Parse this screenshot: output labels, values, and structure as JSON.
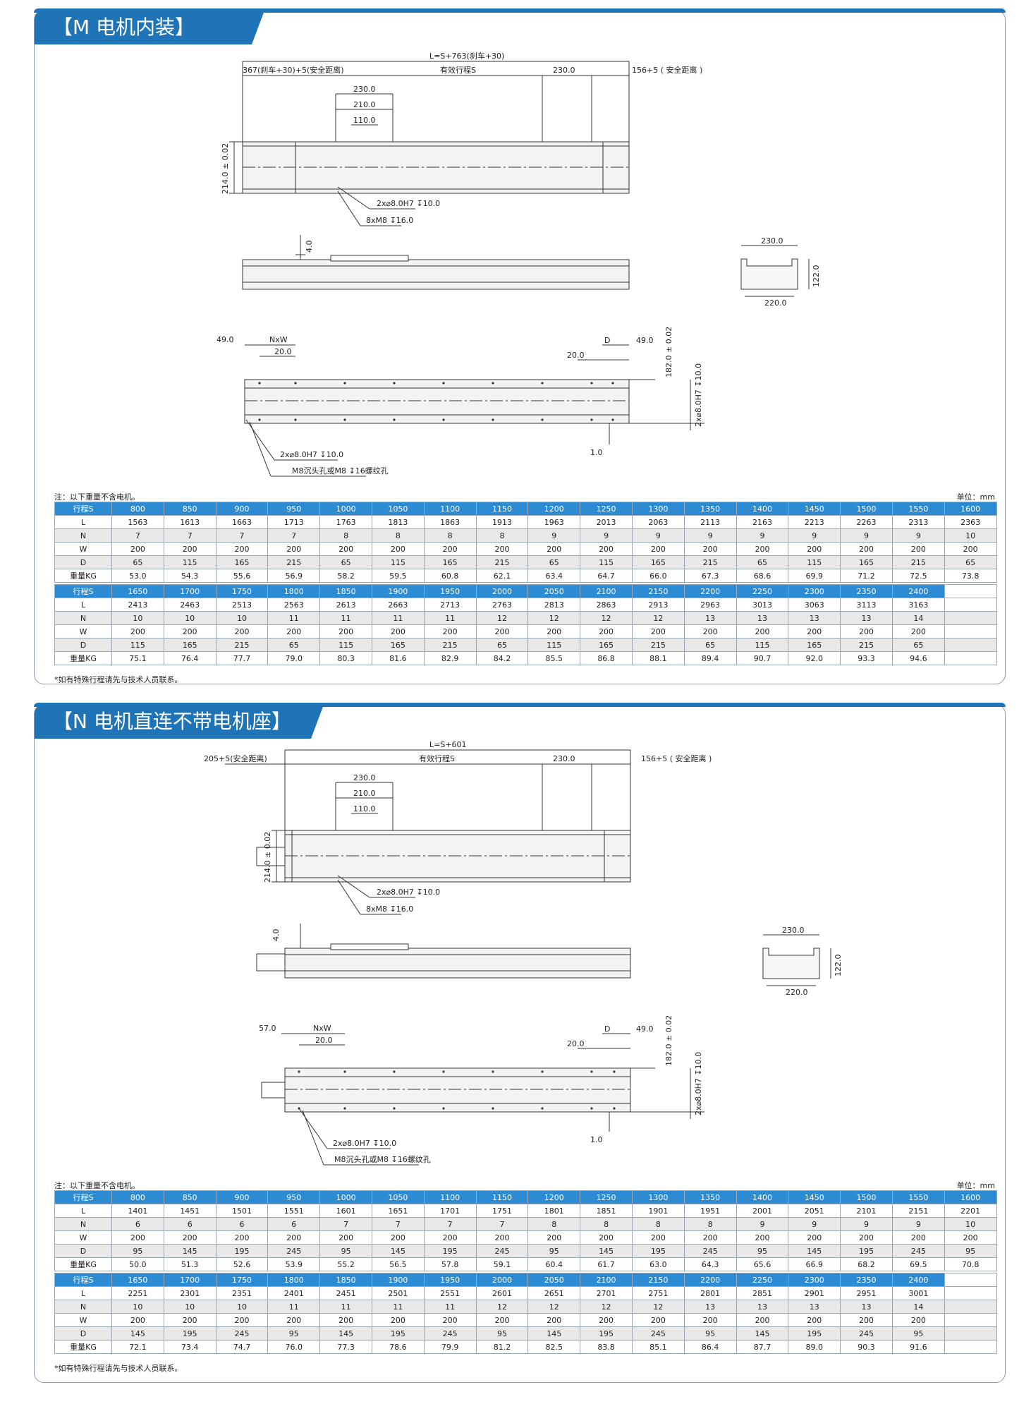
{
  "sections": [
    {
      "title": "【M 电机内装】",
      "dims": {
        "total": "L=S+763(刹车+30)",
        "left_safe": "367(刹车+30)+5(安全距离)",
        "stroke": "有效行程S",
        "slider": "230.0",
        "right_safe": "156+5 ( 安全距离 )",
        "d230": "230.0",
        "d210": "210.0",
        "d110": "110.0",
        "height": "214.0 ± 0.02",
        "pin": "2x⌀8.0H7 ↧10.0",
        "screw": "8xM8 ↧16.0",
        "d4": "4.0",
        "cs_w": "230.0",
        "cs_h": "122.0",
        "cs_b": "220.0",
        "b49l": "49.0",
        "bnxw": "NxW",
        "b20l": "20.0",
        "bD": "D",
        "b49r": "49.0",
        "b20r": "20.0",
        "b182": "182.0 ± 0.02",
        "bpinv": "2x⌀8.0H7 ↧10.0",
        "b1": "1.0",
        "bpin": "2x⌀8.0H7 ↧10.0",
        "bm8": "M8沉头孔或M8 ↧16螺纹孔"
      },
      "note": "注：以下重量不含电机。",
      "unit": "单位：mm",
      "foot": "*如有特殊行程请先与技术人员联系。",
      "tables": [
        {
          "rows": [
            {
              "label": "行程S",
              "values": [
                "800",
                "850",
                "900",
                "950",
                "1000",
                "1050",
                "1100",
                "1150",
                "1200",
                "1250",
                "1300",
                "1350",
                "1400",
                "1450",
                "1500",
                "1550",
                "1600"
              ]
            },
            {
              "label": "L",
              "values": [
                "1563",
                "1613",
                "1663",
                "1713",
                "1763",
                "1813",
                "1863",
                "1913",
                "1963",
                "2013",
                "2063",
                "2113",
                "2163",
                "2213",
                "2263",
                "2313",
                "2363"
              ]
            },
            {
              "label": "N",
              "values": [
                "7",
                "7",
                "7",
                "7",
                "8",
                "8",
                "8",
                "8",
                "9",
                "9",
                "9",
                "9",
                "9",
                "9",
                "9",
                "9",
                "10"
              ]
            },
            {
              "label": "W",
              "values": [
                "200",
                "200",
                "200",
                "200",
                "200",
                "200",
                "200",
                "200",
                "200",
                "200",
                "200",
                "200",
                "200",
                "200",
                "200",
                "200",
                "200"
              ]
            },
            {
              "label": "D",
              "values": [
                "65",
                "115",
                "165",
                "215",
                "65",
                "115",
                "165",
                "215",
                "65",
                "115",
                "165",
                "215",
                "65",
                "115",
                "165",
                "215",
                "65"
              ]
            },
            {
              "label": "重量KG",
              "values": [
                "53.0",
                "54.3",
                "55.6",
                "56.9",
                "58.2",
                "59.5",
                "60.8",
                "62.1",
                "63.4",
                "64.7",
                "66.0",
                "67.3",
                "68.6",
                "69.9",
                "71.2",
                "72.5",
                "73.8"
              ]
            }
          ]
        },
        {
          "rows": [
            {
              "label": "行程S",
              "values": [
                "1650",
                "1700",
                "1750",
                "1800",
                "1850",
                "1900",
                "1950",
                "2000",
                "2050",
                "2100",
                "2150",
                "2200",
                "2250",
                "2300",
                "2350",
                "2400",
                ""
              ]
            },
            {
              "label": "L",
              "values": [
                "2413",
                "2463",
                "2513",
                "2563",
                "2613",
                "2663",
                "2713",
                "2763",
                "2813",
                "2863",
                "2913",
                "2963",
                "3013",
                "3063",
                "3113",
                "3163",
                ""
              ]
            },
            {
              "label": "N",
              "values": [
                "10",
                "10",
                "10",
                "11",
                "11",
                "11",
                "11",
                "12",
                "12",
                "12",
                "12",
                "13",
                "13",
                "13",
                "13",
                "14",
                ""
              ]
            },
            {
              "label": "W",
              "values": [
                "200",
                "200",
                "200",
                "200",
                "200",
                "200",
                "200",
                "200",
                "200",
                "200",
                "200",
                "200",
                "200",
                "200",
                "200",
                "200",
                ""
              ]
            },
            {
              "label": "D",
              "values": [
                "115",
                "165",
                "215",
                "65",
                "115",
                "165",
                "215",
                "65",
                "115",
                "165",
                "215",
                "65",
                "115",
                "165",
                "215",
                "65",
                ""
              ]
            },
            {
              "label": "重量KG",
              "values": [
                "75.1",
                "76.4",
                "77.7",
                "79.0",
                "80.3",
                "81.6",
                "82.9",
                "84.2",
                "85.5",
                "86.8",
                "88.1",
                "89.4",
                "90.7",
                "92.0",
                "93.3",
                "94.6",
                ""
              ]
            }
          ]
        }
      ]
    },
    {
      "title": "【N 电机直连不带电机座】",
      "dims": {
        "total": "L=S+601",
        "left_safe": "205+5(安全距离)",
        "stroke": "有效行程S",
        "slider": "230.0",
        "right_safe": "156+5 ( 安全距离 )",
        "d230": "230.0",
        "d210": "210.0",
        "d110": "110.0",
        "height": "214.0 ± 0.02",
        "pin": "2x⌀8.0H7 ↧10.0",
        "screw": "8xM8 ↧16.0",
        "d4": "4.0",
        "cs_w": "230.0",
        "cs_h": "122.0",
        "cs_b": "220.0",
        "b49l": "57.0",
        "bnxw": "NxW",
        "b20l": "20.0",
        "bD": "D",
        "b49r": "49.0",
        "b20r": "20.0",
        "b182": "182.0 ± 0.02",
        "bpinv": "2x⌀8.0H7 ↧10.0",
        "b1": "1.0",
        "bpin": "2x⌀8.0H7 ↧10.0",
        "bm8": "M8沉头孔或M8 ↧16螺纹孔"
      },
      "note": "注：以下重量不含电机。",
      "unit": "单位：mm",
      "foot": "*如有特殊行程请先与技术人员联系。",
      "tables": [
        {
          "rows": [
            {
              "label": "行程S",
              "values": [
                "800",
                "850",
                "900",
                "950",
                "1000",
                "1050",
                "1100",
                "1150",
                "1200",
                "1250",
                "1300",
                "1350",
                "1400",
                "1450",
                "1500",
                "1550",
                "1600"
              ]
            },
            {
              "label": "L",
              "values": [
                "1401",
                "1451",
                "1501",
                "1551",
                "1601",
                "1651",
                "1701",
                "1751",
                "1801",
                "1851",
                "1901",
                "1951",
                "2001",
                "2051",
                "2101",
                "2151",
                "2201"
              ]
            },
            {
              "label": "N",
              "values": [
                "6",
                "6",
                "6",
                "6",
                "7",
                "7",
                "7",
                "7",
                "8",
                "8",
                "8",
                "8",
                "9",
                "9",
                "9",
                "9",
                "10"
              ]
            },
            {
              "label": "W",
              "values": [
                "200",
                "200",
                "200",
                "200",
                "200",
                "200",
                "200",
                "200",
                "200",
                "200",
                "200",
                "200",
                "200",
                "200",
                "200",
                "200",
                "200"
              ]
            },
            {
              "label": "D",
              "values": [
                "95",
                "145",
                "195",
                "245",
                "95",
                "145",
                "195",
                "245",
                "95",
                "145",
                "195",
                "245",
                "95",
                "145",
                "195",
                "245",
                "95"
              ]
            },
            {
              "label": "重量KG",
              "values": [
                "50.0",
                "51.3",
                "52.6",
                "53.9",
                "55.2",
                "56.5",
                "57.8",
                "59.1",
                "60.4",
                "61.7",
                "63.0",
                "64.3",
                "65.6",
                "66.9",
                "68.2",
                "69.5",
                "70.8"
              ]
            }
          ]
        },
        {
          "rows": [
            {
              "label": "行程S",
              "values": [
                "1650",
                "1700",
                "1750",
                "1800",
                "1850",
                "1900",
                "1950",
                "2000",
                "2050",
                "2100",
                "2150",
                "2200",
                "2250",
                "2300",
                "2350",
                "2400",
                ""
              ]
            },
            {
              "label": "L",
              "values": [
                "2251",
                "2301",
                "2351",
                "2401",
                "2451",
                "2501",
                "2551",
                "2601",
                "2651",
                "2701",
                "2751",
                "2801",
                "2851",
                "2901",
                "2951",
                "3001",
                ""
              ]
            },
            {
              "label": "N",
              "values": [
                "10",
                "10",
                "10",
                "11",
                "11",
                "11",
                "11",
                "12",
                "12",
                "12",
                "12",
                "13",
                "13",
                "13",
                "13",
                "14",
                ""
              ]
            },
            {
              "label": "W",
              "values": [
                "200",
                "200",
                "200",
                "200",
                "200",
                "200",
                "200",
                "200",
                "200",
                "200",
                "200",
                "200",
                "200",
                "200",
                "200",
                "200",
                ""
              ]
            },
            {
              "label": "D",
              "values": [
                "145",
                "195",
                "245",
                "95",
                "145",
                "195",
                "245",
                "95",
                "145",
                "195",
                "245",
                "95",
                "145",
                "195",
                "245",
                "95",
                ""
              ]
            },
            {
              "label": "重量KG",
              "values": [
                "72.1",
                "73.4",
                "74.7",
                "76.0",
                "77.3",
                "78.6",
                "79.9",
                "81.2",
                "82.5",
                "83.8",
                "85.1",
                "86.4",
                "87.7",
                "89.0",
                "90.3",
                "91.6",
                ""
              ]
            }
          ]
        }
      ]
    }
  ]
}
